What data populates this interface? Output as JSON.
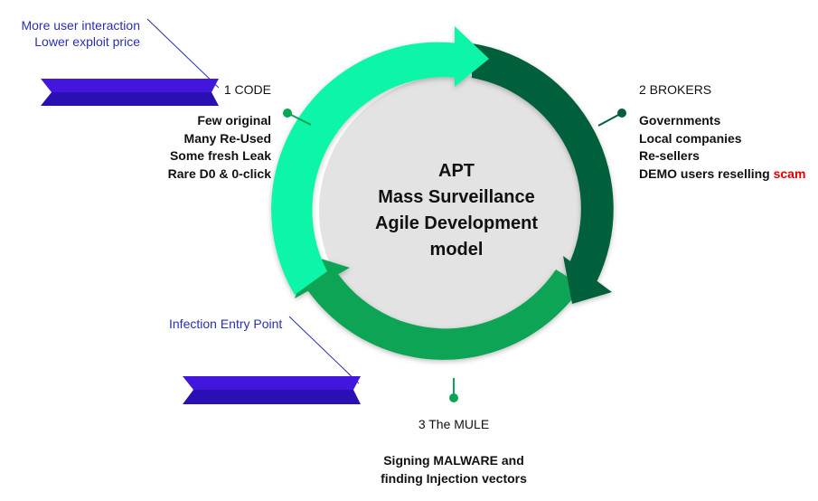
{
  "center": {
    "lines": [
      "APT",
      "Mass Surveillance",
      "Agile Development",
      "model"
    ]
  },
  "code": {
    "title": "1 CODE",
    "items": [
      "Few original",
      "Many Re-Used",
      "Some fresh Leak",
      "Rare D0 & 0-click"
    ]
  },
  "brokers": {
    "title": "2 BROKERS",
    "items": [
      "Governments",
      "Local companies",
      "Re-sellers"
    ],
    "last_item_prefix": "DEMO users reselling ",
    "last_item_highlight": "scam"
  },
  "mule": {
    "title": "3 The MULE",
    "items": [
      "Signing MALWARE and",
      "finding Injection vectors"
    ]
  },
  "annotations": {
    "top_left": [
      "More user interaction",
      "Lower exploit price"
    ],
    "bottom_left": "Infection Entry Point"
  },
  "colors": {
    "segment_code": "#10f5a8",
    "segment_brokers": "#05603a",
    "segment_mule": "#09a454",
    "inner_disc": "#e3e3e3",
    "annotation_blue": "#2a2fb0",
    "flag_dark": "#2a10b4",
    "flag_light": "#4316dd",
    "highlight_red": "#e00000"
  }
}
